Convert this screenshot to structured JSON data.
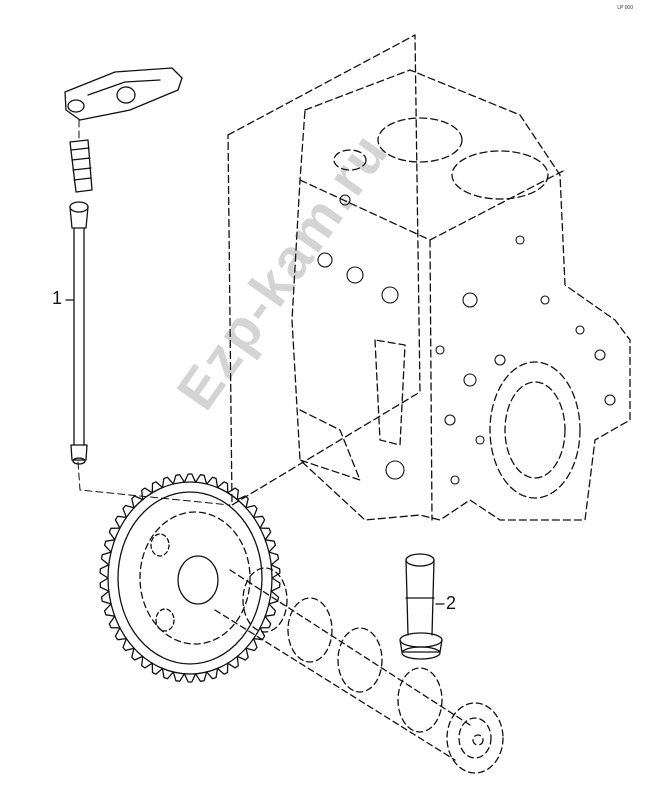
{
  "diagram": {
    "callouts": [
      {
        "id": "1",
        "label": "1"
      },
      {
        "id": "2",
        "label": "2"
      }
    ],
    "drawing_code": "LP 000",
    "watermark": "Ezp-kam.ru",
    "colors": {
      "line": "#111111",
      "background": "#ffffff",
      "watermark": "#3c3c3c"
    }
  }
}
